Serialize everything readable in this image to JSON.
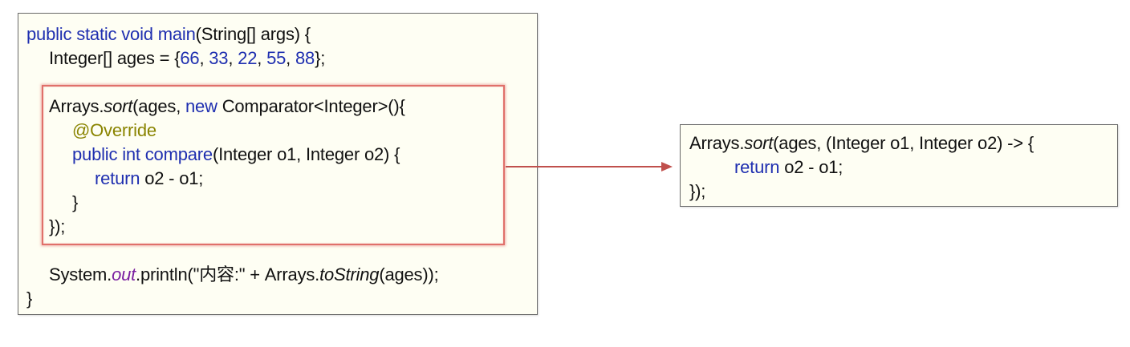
{
  "left_code": {
    "l1": {
      "a": "public static void ",
      "b": "main",
      "c": "(String[] args) {"
    },
    "l2": {
      "a": "Integer[] ages = {",
      "n1": "66",
      "s1": ", ",
      "n2": "33",
      "s2": ", ",
      "n3": "22",
      "s3": ", ",
      "n4": "55",
      "s4": ", ",
      "n5": "88",
      "e": "};"
    },
    "l3": {
      "a": "Arrays.",
      "b": "sort",
      "c": "(ages, ",
      "d": "new",
      "e": " Comparator<Integer>(){"
    },
    "l4": {
      "a": "@Override"
    },
    "l5": {
      "a": "public int ",
      "b": "compare",
      "c": "(Integer o1, Integer o2) {"
    },
    "l6": {
      "a": "return",
      "b": " o2 - o1;"
    },
    "l7": {
      "a": "}"
    },
    "l8": {
      "a": "});"
    },
    "l9": {
      "a": "System.",
      "b": "out",
      "c": ".println(\"内容:\" + Arrays.",
      "d": "toString",
      "e": "(ages));"
    },
    "l10": {
      "a": "}"
    }
  },
  "right_code": {
    "l1": {
      "a": "Arrays.",
      "b": "sort",
      "c": "(ages, (Integer o1, Integer o2) -> {"
    },
    "l2": {
      "a": "return",
      "b": " o2 - o1;"
    },
    "l3": {
      "a": "});"
    }
  },
  "colors": {
    "keyword": "#1f2fb0",
    "annotation": "#8a8400",
    "field": "#7a1fa0",
    "highlight_border": "#e0706a",
    "arrow": "#c0504d",
    "box_fill": "#fefef3"
  }
}
